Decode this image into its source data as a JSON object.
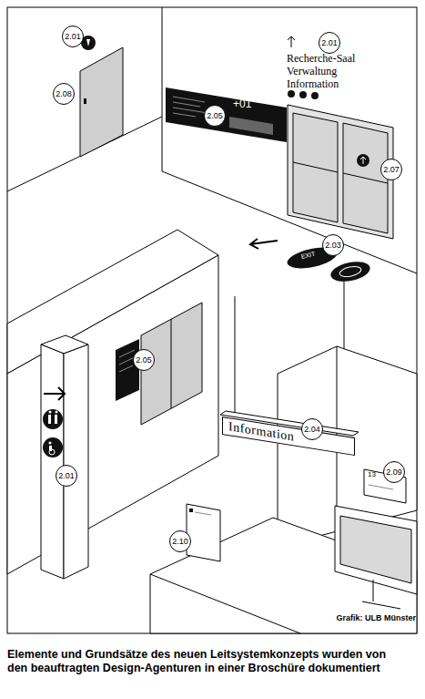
{
  "diagram": {
    "caption": "Elemente und Grundsätze des neuen Leitsystemkonzepts wurden von den beauftragten Design-Agenturen in einer Broschüre dokumentiert",
    "nodes": [
      {
        "text": [
          "2.01"
        ]
      },
      {
        "text": [
          "2.01"
        ]
      },
      {
        "text": [
          "2.08"
        ]
      },
      {
        "text": [
          "2.05"
        ]
      },
      {
        "text": [
          "2.07"
        ]
      },
      {
        "text": [
          "2.03"
        ]
      },
      {
        "text": [
          "2.05"
        ]
      },
      {
        "text": [
          "Information"
        ]
      },
      {
        "text": [
          "2.04"
        ]
      },
      {
        "text": [
          "2.09"
        ]
      },
      {
        "text": [
          "2.01"
        ]
      },
      {
        "text": [
          "2.10"
        ]
      }
    ],
    "labels": [
      "Recherche-Saal",
      "Verwaltung",
      "Information",
      "+01",
      "EXIT",
      "13",
      "Grafik: ULB Münster"
    ]
  }
}
